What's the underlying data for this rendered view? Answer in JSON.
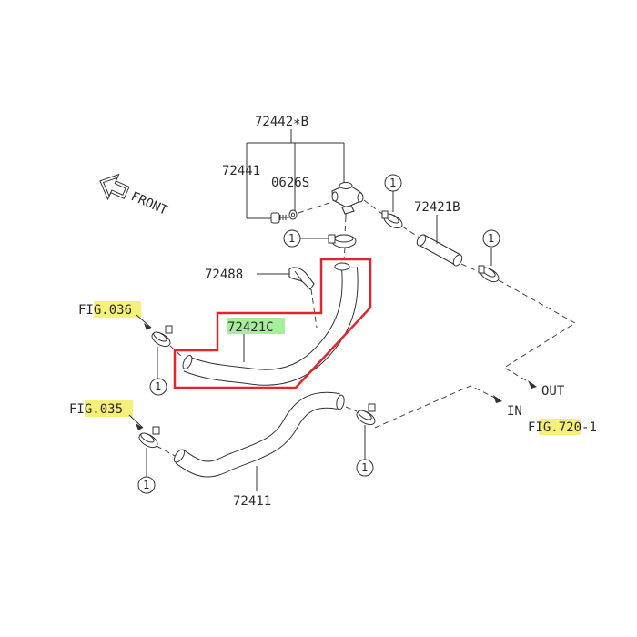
{
  "labels": {
    "assembly": "72442∗B",
    "p72441": "72441",
    "p0626s": "0626S",
    "p72421b": "72421B",
    "p72488": "72488",
    "p72421c": "72421C",
    "p72411": "72411",
    "fig036_prefix": "FI",
    "fig036_hl": "G.036",
    "fig035_prefix": "FI",
    "fig035_hl": "G.035",
    "fig720_prefix": "F",
    "fig720_hl": "IG.720",
    "fig720_suffix": "-1",
    "front": "FRONT",
    "out": "OUT",
    "in": "IN",
    "clamp_ref": "1"
  },
  "colors": {
    "highlight_box": "#e0262b",
    "yellow_highlight": "#f5f07a",
    "green_highlight": "#a6ee9a"
  }
}
